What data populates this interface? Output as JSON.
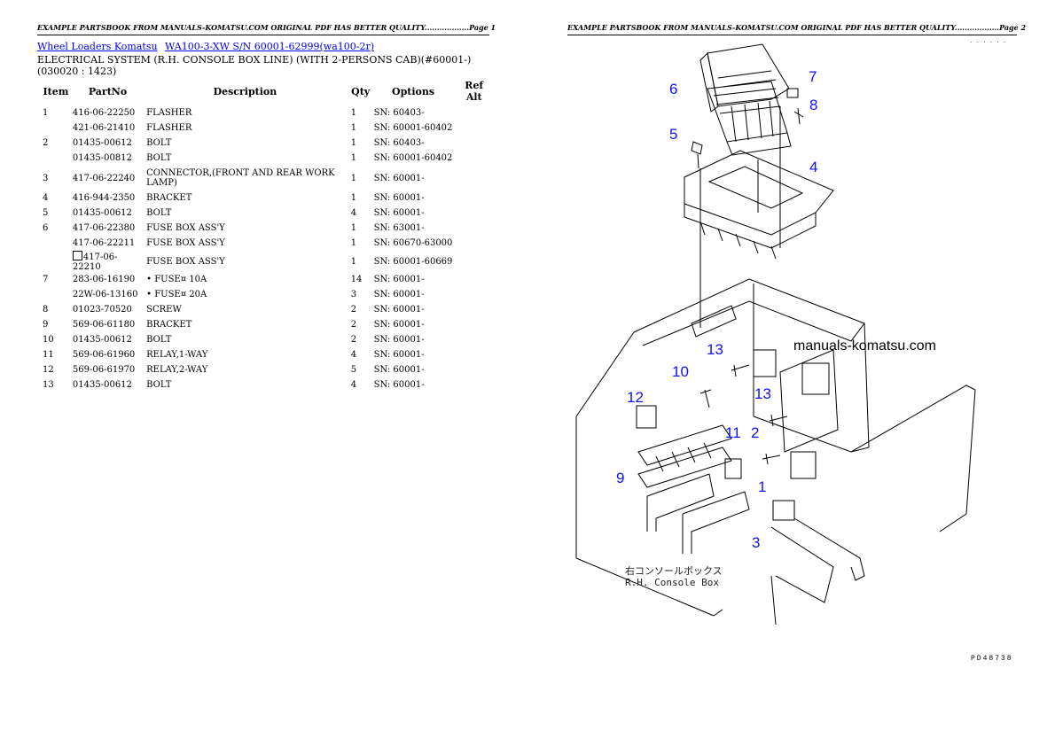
{
  "header": {
    "left": "EXAMPLE PARTSBOOK FROM MANUALS-KOMATSU.COM ORIGINAL PDF HAS BETTER QUALITY..................Page 1",
    "right": "EXAMPLE PARTSBOOK FROM MANUALS-KOMATSU.COM ORIGINAL PDF HAS BETTER QUALITY..................Page 2"
  },
  "breadcrumb": {
    "link1": "Wheel Loaders Komatsu",
    "link2": "WA100-3-XW S/N 60001-62999(wa100-2r)"
  },
  "title": "ELECTRICAL SYSTEM (R.H. CONSOLE BOX LINE) (WITH 2-PERSONS CAB)(#60001-)(030020 : 1423)",
  "table": {
    "headers": {
      "item": "Item",
      "partno": "PartNo",
      "description": "Description",
      "qty": "Qty",
      "options": "Options",
      "refalt": "Ref Alt"
    },
    "rows": [
      {
        "item": "1",
        "partno": "416-06-22250",
        "description": "FLASHER",
        "qty": "1",
        "options": "SN: 60403-"
      },
      {
        "item": "",
        "partno": "421-06-21410",
        "description": "FLASHER",
        "qty": "1",
        "options": "SN: 60001-60402"
      },
      {
        "item": "2",
        "partno": "01435-00612",
        "description": "BOLT",
        "qty": "1",
        "options": "SN: 60403-"
      },
      {
        "item": "",
        "partno": "01435-00812",
        "description": "BOLT",
        "qty": "1",
        "options": "SN: 60001-60402"
      },
      {
        "item": "3",
        "partno": "417-06-22240",
        "description": "CONNECTOR,(FRONT AND REAR WORK LAMP)",
        "qty": "1",
        "options": "SN: 60001-"
      },
      {
        "item": "4",
        "partno": "416-944-2350",
        "description": "BRACKET",
        "qty": "1",
        "options": "SN: 60001-"
      },
      {
        "item": "5",
        "partno": "01435-00612",
        "description": "BOLT",
        "qty": "4",
        "options": "SN: 60001-"
      },
      {
        "item": "6",
        "partno": "417-06-22380",
        "description": "FUSE BOX ASS'Y",
        "qty": "1",
        "options": "SN: 63001-"
      },
      {
        "item": "",
        "partno": "417-06-22211",
        "description": "FUSE BOX ASS'Y",
        "qty": "1",
        "options": "SN: 60670-63000"
      },
      {
        "item": "",
        "partno": "417-06-22210",
        "description": "FUSE BOX ASS'Y",
        "qty": "1",
        "options": "SN: 60001-60669"
      },
      {
        "item": "7",
        "partno": "283-06-16190",
        "description": "• FUSE¤ 10A",
        "qty": "14",
        "options": "SN: 60001-"
      },
      {
        "item": "",
        "partno": "22W-06-13160",
        "description": "• FUSE¤ 20A",
        "qty": "3",
        "options": "SN: 60001-"
      },
      {
        "item": "8",
        "partno": "01023-70520",
        "description": "SCREW",
        "qty": "2",
        "options": "SN: 60001-"
      },
      {
        "item": "9",
        "partno": "569-06-61180",
        "description": "BRACKET",
        "qty": "2",
        "options": "SN: 60001-"
      },
      {
        "item": "10",
        "partno": "01435-00612",
        "description": "BOLT",
        "qty": "2",
        "options": "SN: 60001-"
      },
      {
        "item": "11",
        "partno": "569-06-61960",
        "description": "RELAY,1-WAY",
        "qty": "4",
        "options": "SN: 60001-"
      },
      {
        "item": "12",
        "partno": "569-06-61970",
        "description": "RELAY,2-WAY",
        "qty": "5",
        "options": "SN: 60001-"
      },
      {
        "item": "13",
        "partno": "01435-00612",
        "description": "BOLT",
        "qty": "4",
        "options": "SN: 60001-"
      }
    ]
  },
  "diagram": {
    "watermark": "manuals-komatsu.com",
    "box_label_jp": "右コンソールボックス",
    "box_label_en": "R.H. Console Box",
    "ref_code": "PD48738",
    "dots": "......",
    "callouts": [
      "6",
      "7",
      "8",
      "5",
      "4",
      "13",
      "10",
      "12",
      "13",
      "2",
      "11",
      "9",
      "1",
      "3"
    ]
  }
}
